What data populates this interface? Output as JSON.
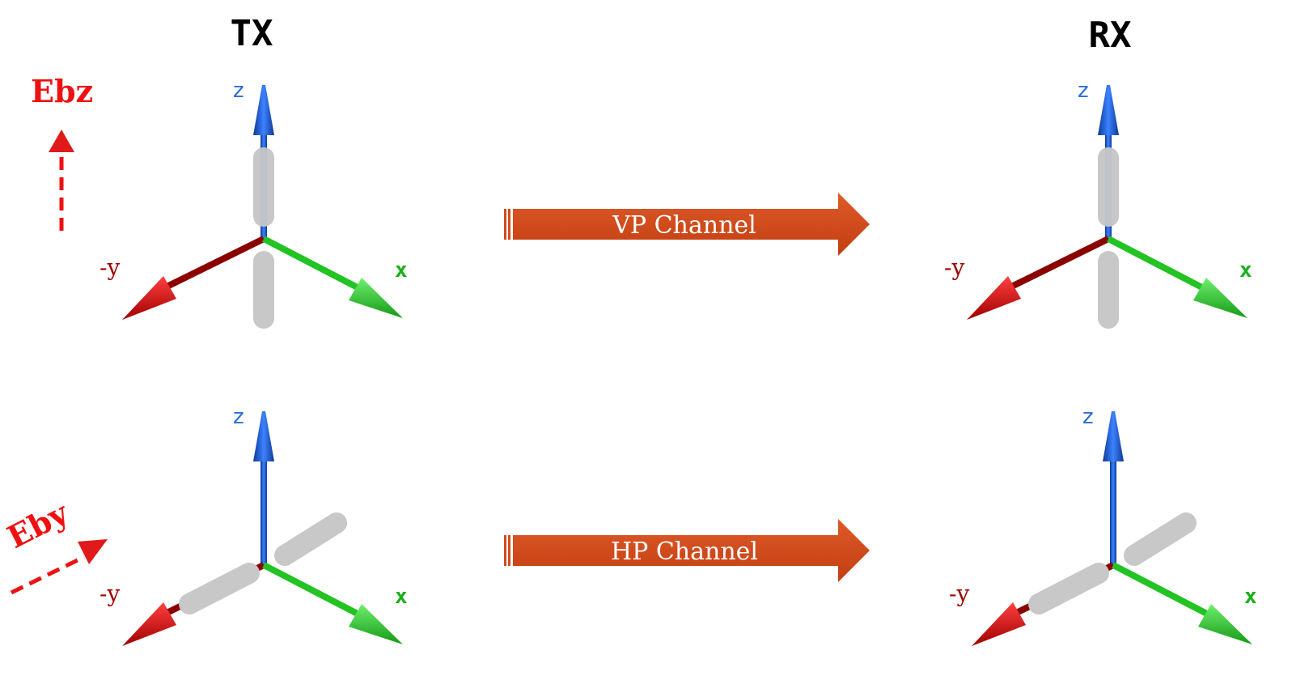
{
  "headers": {
    "tx": "TX",
    "rx": "RX"
  },
  "polarizations": {
    "vertical": "Ebz",
    "horizontal": "Eby"
  },
  "axis_labels": {
    "z": "z",
    "x": "x",
    "y": "-y"
  },
  "channels": {
    "vp": "VP Channel",
    "hp": "HP Channel"
  },
  "colors": {
    "z_axis": "#1f5bd6",
    "x_axis": "#22c322",
    "y_axis": "#8b0000",
    "y_tip": "#d01010",
    "antenna": "#c8c8c8",
    "channel_arrow": "#d24a1c",
    "polarization": "#ee1111"
  }
}
